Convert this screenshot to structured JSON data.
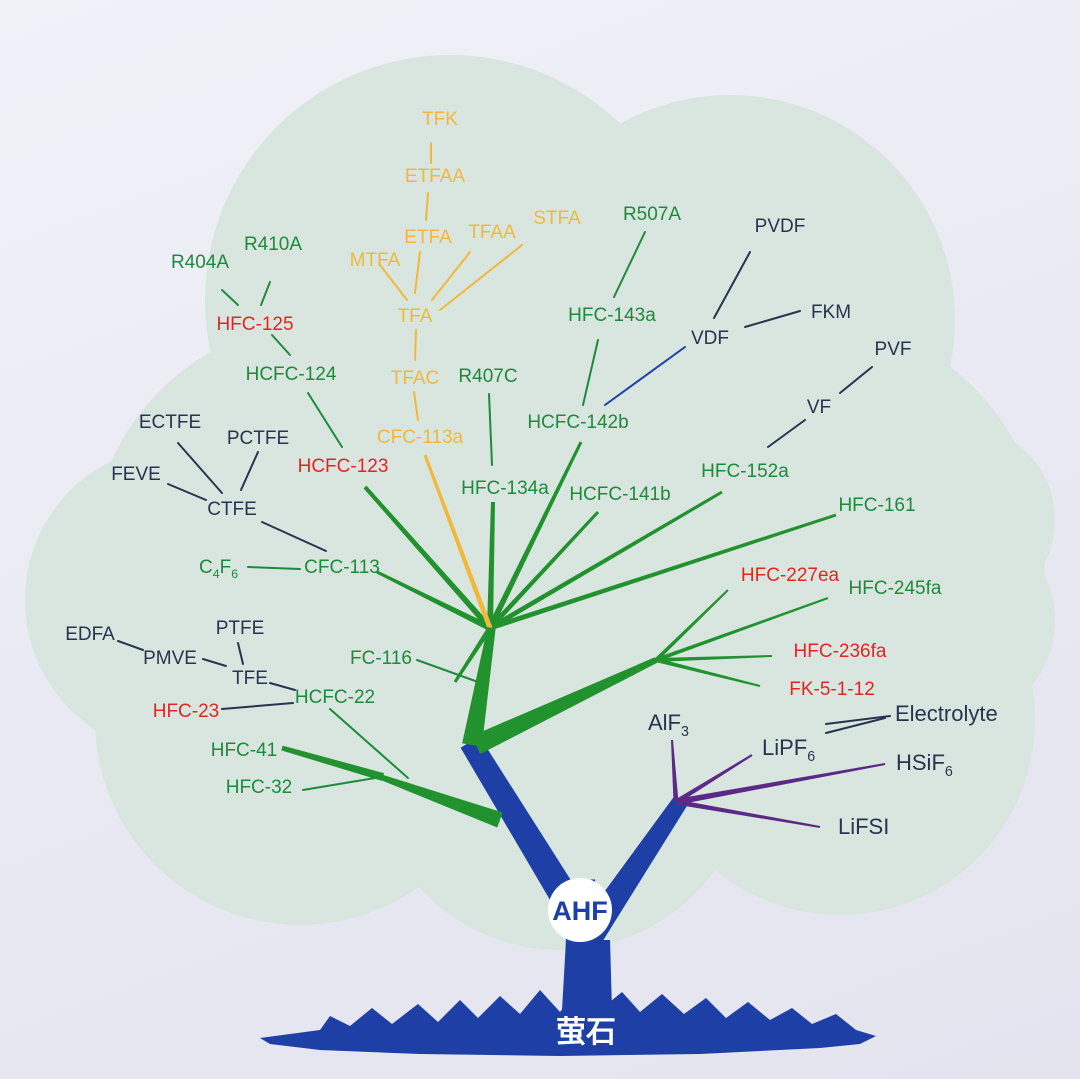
{
  "colors": {
    "green": "#1e8a3c",
    "red": "#e52421",
    "yellow": "#f2b83a",
    "navy": "#27344f",
    "blue": "#1d3fa6",
    "purple": "#5b2a86",
    "branch_green": "#22922f",
    "cloud": "#d9e6df"
  },
  "root": {
    "label": "AHF",
    "ground_label": "萤石"
  },
  "labels": [
    {
      "id": "TFK",
      "text": "TFK",
      "color": "yellow"
    },
    {
      "id": "ETFAA",
      "text": "ETFAA",
      "color": "yellow"
    },
    {
      "id": "MTFA",
      "text": "MTFA",
      "color": "yellow"
    },
    {
      "id": "ETFA",
      "text": "ETFA",
      "color": "yellow"
    },
    {
      "id": "TFAA",
      "text": "TFAA",
      "color": "yellow"
    },
    {
      "id": "STFA",
      "text": "STFA",
      "color": "yellow"
    },
    {
      "id": "TFA",
      "text": "TFA",
      "color": "yellow"
    },
    {
      "id": "TFAC",
      "text": "TFAC",
      "color": "yellow"
    },
    {
      "id": "CFC-113a",
      "text": "CFC-113a",
      "color": "yellow"
    },
    {
      "id": "R404A",
      "text": "R404A",
      "color": "green"
    },
    {
      "id": "R410A",
      "text": "R410A",
      "color": "green"
    },
    {
      "id": "HFC-125",
      "text": "HFC-125",
      "color": "red"
    },
    {
      "id": "HCFC-124",
      "text": "HCFC-124",
      "color": "green"
    },
    {
      "id": "HCFC-123",
      "text": "HCFC-123",
      "color": "red"
    },
    {
      "id": "R407C",
      "text": "R407C",
      "color": "green"
    },
    {
      "id": "HFC-134a",
      "text": "HFC-134a",
      "color": "green"
    },
    {
      "id": "R507A",
      "text": "R507A",
      "color": "green"
    },
    {
      "id": "HFC-143a",
      "text": "HFC-143a",
      "color": "green"
    },
    {
      "id": "HCFC-142b",
      "text": "HCFC-142b",
      "color": "green"
    },
    {
      "id": "HCFC-141b",
      "text": "HCFC-141b",
      "color": "green"
    },
    {
      "id": "PVDF",
      "text": "PVDF",
      "color": "navy"
    },
    {
      "id": "VDF",
      "text": "VDF",
      "color": "navy"
    },
    {
      "id": "FKM",
      "text": "FKM",
      "color": "navy"
    },
    {
      "id": "PVF",
      "text": "PVF",
      "color": "navy"
    },
    {
      "id": "VF",
      "text": "VF",
      "color": "navy"
    },
    {
      "id": "HFC-152a",
      "text": "HFC-152a",
      "color": "green"
    },
    {
      "id": "HFC-161",
      "text": "HFC-161",
      "color": "green"
    },
    {
      "id": "ECTFE",
      "text": "ECTFE",
      "color": "navy"
    },
    {
      "id": "PCTFE",
      "text": "PCTFE",
      "color": "navy"
    },
    {
      "id": "FEVE",
      "text": "FEVE",
      "color": "navy"
    },
    {
      "id": "CTFE",
      "text": "CTFE",
      "color": "navy"
    },
    {
      "id": "C4F6",
      "text": "C",
      "sub1": "4",
      "mid": "F",
      "sub2": "6",
      "color": "green"
    },
    {
      "id": "CFC-113",
      "text": "CFC-113",
      "color": "green"
    },
    {
      "id": "EDFA",
      "text": "EDFA",
      "color": "navy"
    },
    {
      "id": "PTFE",
      "text": "PTFE",
      "color": "navy"
    },
    {
      "id": "PMVE",
      "text": "PMVE",
      "color": "navy"
    },
    {
      "id": "TFE",
      "text": "TFE",
      "color": "navy"
    },
    {
      "id": "FC-116",
      "text": "FC-116",
      "color": "green"
    },
    {
      "id": "HFC-23",
      "text": "HFC-23",
      "color": "red"
    },
    {
      "id": "HCFC-22",
      "text": "HCFC-22",
      "color": "green"
    },
    {
      "id": "HFC-41",
      "text": "HFC-41",
      "color": "green"
    },
    {
      "id": "HFC-32",
      "text": "HFC-32",
      "color": "green"
    },
    {
      "id": "HFC-227ea",
      "text": "HFC-227ea",
      "color": "red"
    },
    {
      "id": "HFC-245fa",
      "text": "HFC-245fa",
      "color": "green"
    },
    {
      "id": "HFC-236fa",
      "text": "HFC-236fa",
      "color": "red"
    },
    {
      "id": "FK-5-1-12",
      "text": "FK-5-1-12",
      "color": "red"
    },
    {
      "id": "AlF3",
      "text": "AlF",
      "sub": "3",
      "color": "navy"
    },
    {
      "id": "LiPF6",
      "text": "LiPF",
      "sub": "6",
      "color": "navy"
    },
    {
      "id": "Electrolyte",
      "text": "Electrolyte",
      "color": "navy"
    },
    {
      "id": "HSiF6",
      "text": "HSiF",
      "sub": "6",
      "color": "navy"
    },
    {
      "id": "LiFSI",
      "text": "LiFSI",
      "color": "navy"
    }
  ]
}
